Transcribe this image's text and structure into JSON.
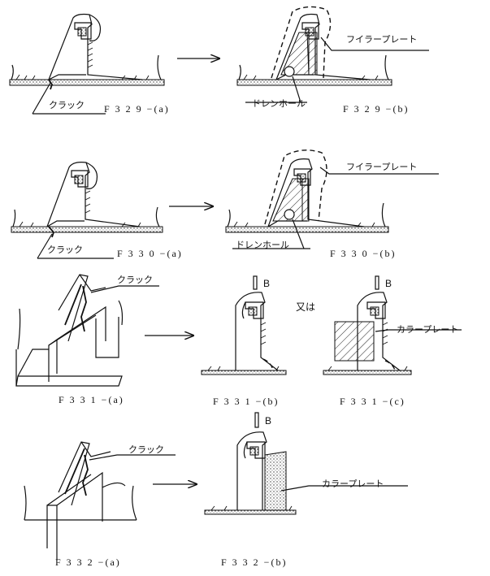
{
  "labels": {
    "crack": "クラック",
    "filler_plate": "フイラープレート",
    "drain_hole": "ドレンホール",
    "collar_plate": "カラープレート",
    "or": "又は",
    "b": "B"
  },
  "figures": {
    "f329a": "F 3 2 9 −(a)",
    "f329b": "F 3 2 9 −(b)",
    "f330a": "F 3 3 0 −(a)",
    "f330b": "F 3 3 0 −(b)",
    "f331a": "F 3 3 1 −(a)",
    "f331b": "F 3 3 1 −(b)",
    "f331c": "F 3 3 1 −(c)",
    "f332a": "F 3 3 2 −(a)",
    "f332b": "F 3 3 2 −(b)"
  }
}
